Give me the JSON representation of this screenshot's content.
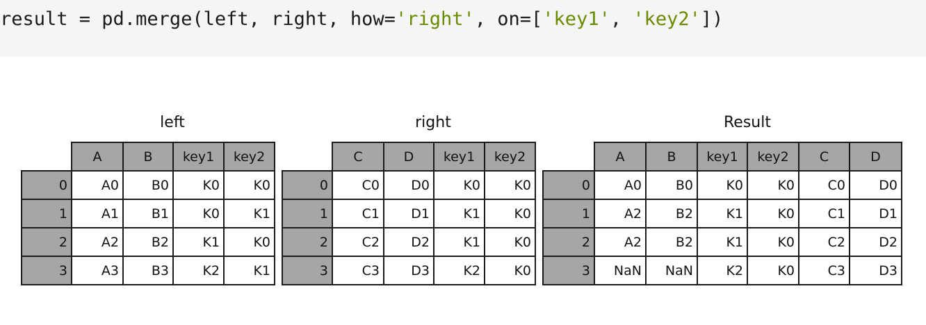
{
  "code": {
    "tokens": [
      {
        "text": "result = pd.merge(left, right, how=",
        "kind": "plain"
      },
      {
        "text": "'right'",
        "kind": "str"
      },
      {
        "text": ", on=[",
        "kind": "plain"
      },
      {
        "text": "'key1'",
        "kind": "str"
      },
      {
        "text": ", ",
        "kind": "plain"
      },
      {
        "text": "'key2'",
        "kind": "str"
      },
      {
        "text": "])",
        "kind": "plain"
      }
    ]
  },
  "frames": [
    {
      "title": "left",
      "columns": [
        "A",
        "B",
        "key1",
        "key2"
      ],
      "index": [
        "0",
        "1",
        "2",
        "3"
      ],
      "rows": [
        [
          "A0",
          "B0",
          "K0",
          "K0"
        ],
        [
          "A1",
          "B1",
          "K0",
          "K1"
        ],
        [
          "A2",
          "B2",
          "K1",
          "K0"
        ],
        [
          "A3",
          "B3",
          "K2",
          "K1"
        ]
      ]
    },
    {
      "title": "right",
      "columns": [
        "C",
        "D",
        "key1",
        "key2"
      ],
      "index": [
        "0",
        "1",
        "2",
        "3"
      ],
      "rows": [
        [
          "C0",
          "D0",
          "K0",
          "K0"
        ],
        [
          "C1",
          "D1",
          "K1",
          "K0"
        ],
        [
          "C2",
          "D2",
          "K1",
          "K0"
        ],
        [
          "C3",
          "D3",
          "K2",
          "K0"
        ]
      ]
    },
    {
      "title": "Result",
      "columns": [
        "A",
        "B",
        "key1",
        "key2",
        "C",
        "D"
      ],
      "index": [
        "0",
        "1",
        "2",
        "3"
      ],
      "rows": [
        [
          "A0",
          "B0",
          "K0",
          "K0",
          "C0",
          "D0"
        ],
        [
          "A2",
          "B2",
          "K1",
          "K0",
          "C1",
          "D1"
        ],
        [
          "A2",
          "B2",
          "K1",
          "K0",
          "C2",
          "D2"
        ],
        [
          "NaN",
          "NaN",
          "K2",
          "K0",
          "C3",
          "D3"
        ]
      ]
    }
  ]
}
